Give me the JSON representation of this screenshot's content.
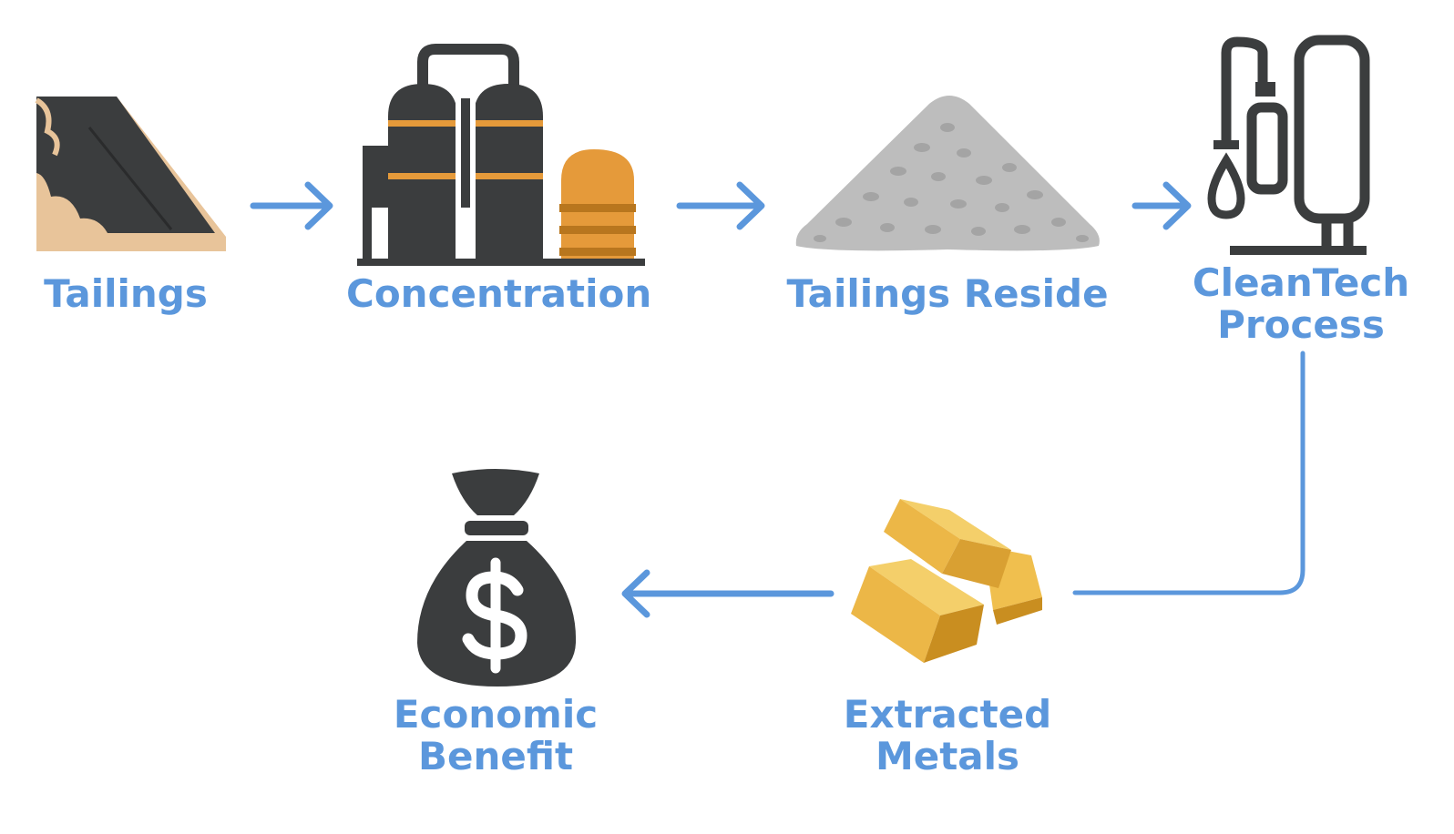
{
  "diagram": {
    "nodes": {
      "tailings": {
        "label": "Tailings",
        "icon": "tailings-dam-icon"
      },
      "concentration": {
        "label": "Concentration",
        "icon": "processing-plant-icon"
      },
      "residue": {
        "label": "Tailings Reside",
        "icon": "residue-pile-icon"
      },
      "cleantech": {
        "line1": "CleanTech",
        "line2": "Process",
        "icon": "cleantech-equipment-icon"
      },
      "metals": {
        "line1": "Extracted",
        "line2": "Metals",
        "icon": "gold-bars-icon"
      },
      "benefit": {
        "line1": "Economic",
        "line2": "Benefit",
        "icon": "money-bag-icon"
      }
    },
    "edges": [
      {
        "from": "tailings",
        "to": "concentration"
      },
      {
        "from": "concentration",
        "to": "residue"
      },
      {
        "from": "residue",
        "to": "cleantech"
      },
      {
        "from": "cleantech",
        "to": "metals"
      },
      {
        "from": "metals",
        "to": "benefit"
      }
    ],
    "colors": {
      "accent_blue": "#5b97dc",
      "dark_gray": "#3b3d3e",
      "orange": "#e59a3a",
      "sand": "#e8c49a",
      "gravel": "#bdbdbd",
      "gold": "#e7b13e"
    }
  }
}
